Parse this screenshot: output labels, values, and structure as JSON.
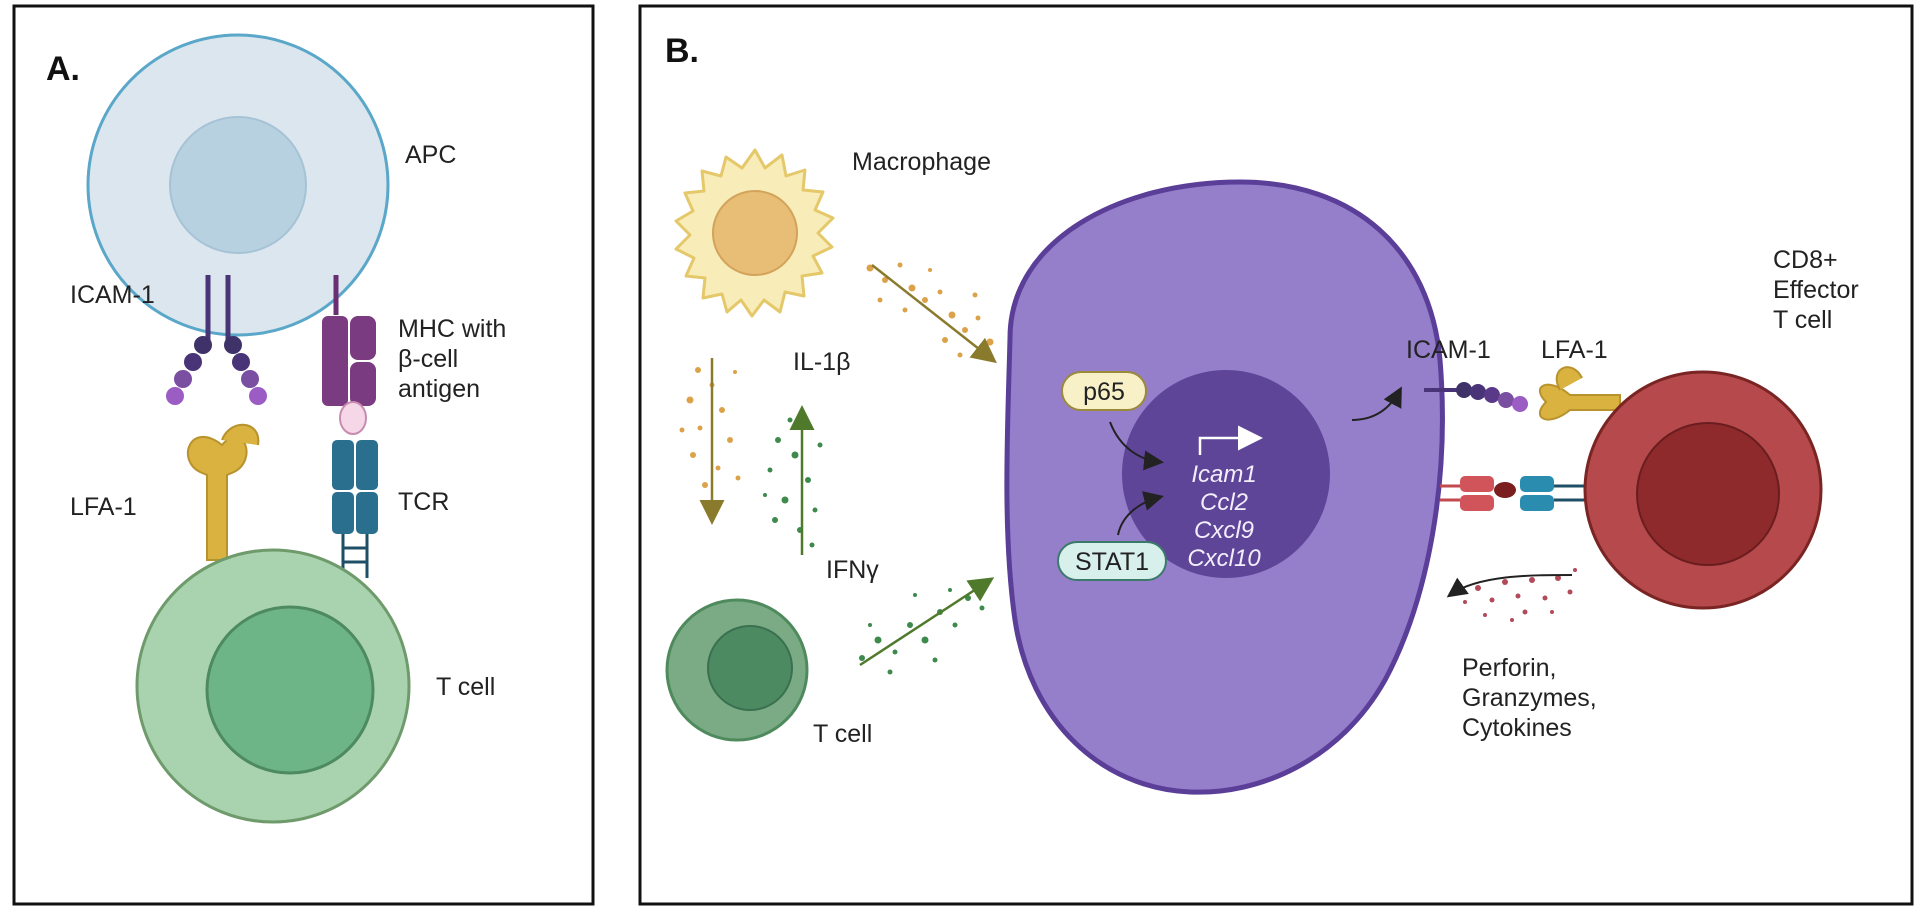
{
  "panel_a": {
    "letter": "A.",
    "labels": {
      "apc": "APC",
      "icam1": "ICAM-1",
      "mhc_line1": "MHC with",
      "mhc_line2": "β-cell",
      "mhc_line3": "antigen",
      "lfa1": "LFA-1",
      "tcr": "TCR",
      "tcell": "T cell"
    }
  },
  "panel_b": {
    "letter": "B.",
    "labels": {
      "macrophage": "Macrophage",
      "il1b": "IL-1β",
      "ifng": "IFNγ",
      "tcell": "T cell",
      "p65": "p65",
      "stat1": "STAT1",
      "genes": [
        "Icam1",
        "Ccl2",
        "Cxcl9",
        "Cxcl10"
      ],
      "icam1": "ICAM-1",
      "lfa1": "LFA-1",
      "cd8_line1": "CD8+",
      "cd8_line2": "Effector",
      "cd8_line3": "T cell",
      "secretion_line1": "Perforin,",
      "secretion_line2": "Granzymes,",
      "secretion_line3": "Cytokines"
    }
  },
  "colors": {
    "apc_fill": "#dbe6ee",
    "apc_stroke": "#5aa7c9",
    "tcell_green": "#a8d3ae",
    "beta_cell": "#957fcb",
    "cd8_red": "#b5494b",
    "lfa1_gold": "#d9b23f",
    "icam_purple": "#6b3d8c",
    "tcr_blue": "#2a6f8e"
  }
}
